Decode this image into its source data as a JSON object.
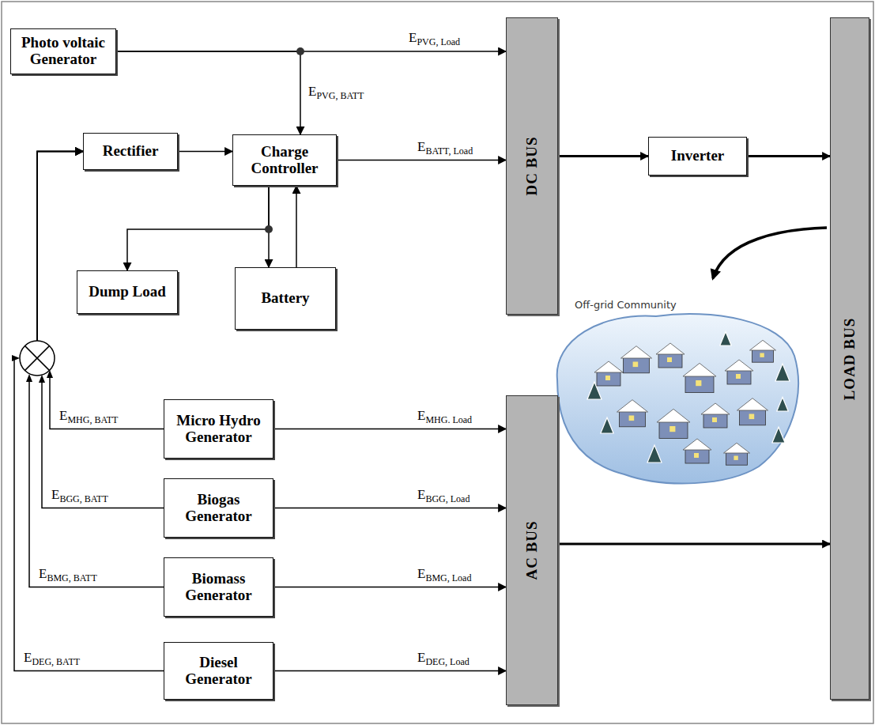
{
  "diagram": {
    "nodes": [
      {
        "text": [
          "Photo voltaic Generator"
        ]
      },
      {
        "text": [
          "Rectifier"
        ]
      },
      {
        "text": [
          "Charge Controller"
        ]
      },
      {
        "text": [
          "DC BUS"
        ]
      },
      {
        "text": [
          "Inverter"
        ]
      },
      {
        "text": [
          "LOAD BUS"
        ]
      },
      {
        "text": [
          "Dump Load"
        ]
      },
      {
        "text": [
          "Battery"
        ]
      },
      {
        "text": [
          "Micro Hydro Generator"
        ]
      },
      {
        "text": [
          "AC BUS"
        ]
      },
      {
        "text": [
          "Biogas Generator"
        ]
      },
      {
        "text": [
          "Biomass Generator"
        ]
      },
      {
        "text": [
          "Diesel Generator"
        ]
      }
    ],
    "edges": [
      {
        "from": 0,
        "to": 3,
        "arrow": "to",
        "label": "EPVG, Load"
      },
      {
        "from": 0,
        "to": 2,
        "arrow": "to",
        "label": "EPVG, BATT"
      },
      {
        "from": 1,
        "to": 2,
        "arrow": "to"
      },
      {
        "from": 2,
        "to": 3,
        "arrow": "to",
        "label": "EBATT, Load"
      },
      {
        "from": 2,
        "to": 6,
        "arrow": "to"
      },
      {
        "from": 2,
        "to": 7,
        "arrow": "to"
      },
      {
        "from": 7,
        "to": 2,
        "arrow": "to"
      },
      {
        "from": 3,
        "to": 4,
        "arrow": "to"
      },
      {
        "from": 4,
        "to": 5,
        "arrow": "to"
      },
      {
        "from": 8,
        "to": 9,
        "arrow": "to",
        "label": "EMHG. Load"
      },
      {
        "from": 10,
        "to": 9,
        "arrow": "to",
        "label": "EBGG, Load"
      },
      {
        "from": 11,
        "to": 9,
        "arrow": "to",
        "label": "EBMG, Load"
      },
      {
        "from": 12,
        "to": 9,
        "arrow": "to",
        "label": "EDEG, Load"
      },
      {
        "from": 9,
        "to": 5,
        "arrow": "to"
      },
      {
        "from": 8,
        "to": 1,
        "arrow": "to",
        "label": "EMHG, BATT"
      },
      {
        "from": 10,
        "to": 1,
        "arrow": "to",
        "label": "EBGG, BATT"
      },
      {
        "from": 11,
        "to": 1,
        "arrow": "to",
        "label": "EBMG, BATT"
      },
      {
        "from": 12,
        "to": 1,
        "arrow": "to",
        "label": "EDEG, BATT"
      }
    ],
    "labels": [
      "Off-grid Community"
    ]
  }
}
